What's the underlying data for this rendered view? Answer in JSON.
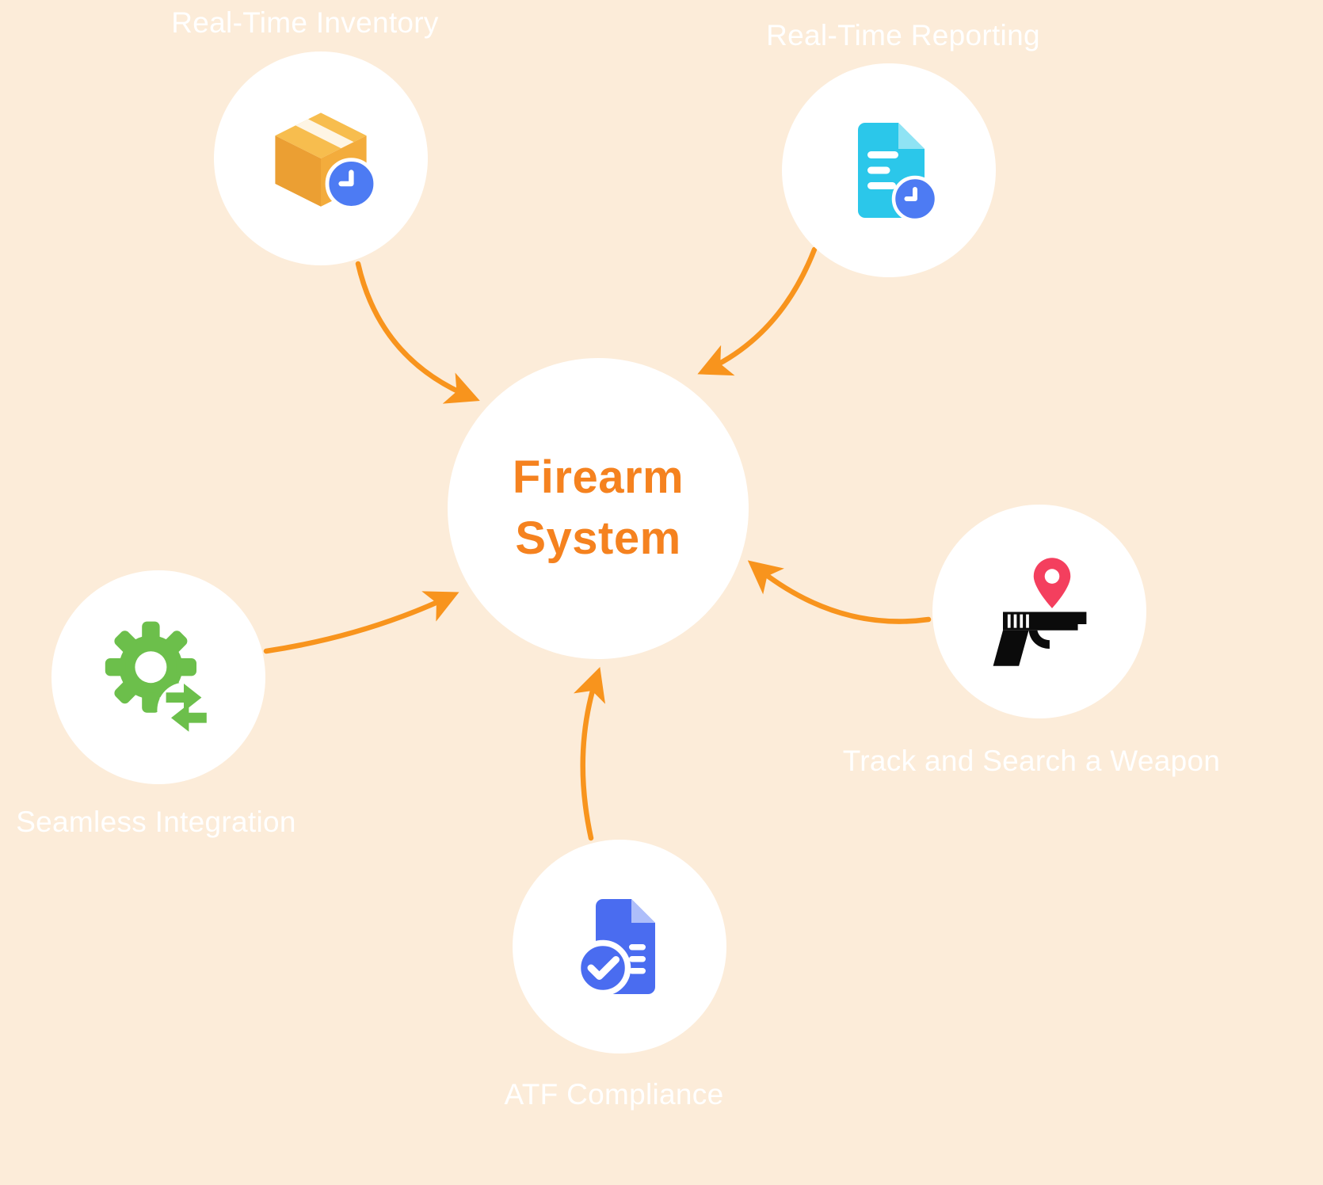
{
  "center": {
    "title_line1": "Firearm",
    "title_line2": "System"
  },
  "nodes": [
    {
      "label": "Real-Time Inventory",
      "icon": "package-clock-icon"
    },
    {
      "label": "Real-Time Reporting",
      "icon": "document-clock-icon"
    },
    {
      "label": "Track and Search a Weapon",
      "icon": "gun-location-icon"
    },
    {
      "label": "ATF Compliance",
      "icon": "document-check-icon"
    },
    {
      "label": "Seamless Integration",
      "icon": "gear-sync-icon"
    }
  ],
  "colors": {
    "bg": "#fcecd9",
    "arrow": "#f8941d",
    "accent": "#f5821f",
    "node_bg": "#ffffff",
    "label": "#ffffff",
    "package_box": "#f3ac3c",
    "clock_badge": "#4d7bf3",
    "report_doc": "#2bc7ea",
    "compliance_doc": "#4a6cf0",
    "gear_green": "#6cbf4b",
    "pin_red": "#f43f5e",
    "gun_black": "#0b0b0b"
  }
}
